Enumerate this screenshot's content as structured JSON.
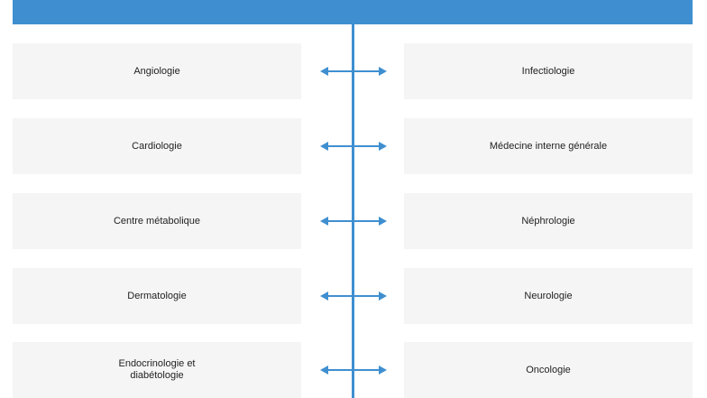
{
  "colors": {
    "accent": "#3f8fd0",
    "box_background": "#f5f5f5",
    "text": "#222222"
  },
  "rows": [
    {
      "left": "Angiologie",
      "right": "Infectiologie"
    },
    {
      "left": "Cardiologie",
      "right": "Médecine interne générale"
    },
    {
      "left": "Centre métabolique",
      "right": "Néphrologie"
    },
    {
      "left": "Dermatologie",
      "right": "Neurologie"
    },
    {
      "left": "Endocrinologie et diabétologie",
      "right": "Oncologie"
    }
  ],
  "connector": "double-arrow-icon"
}
